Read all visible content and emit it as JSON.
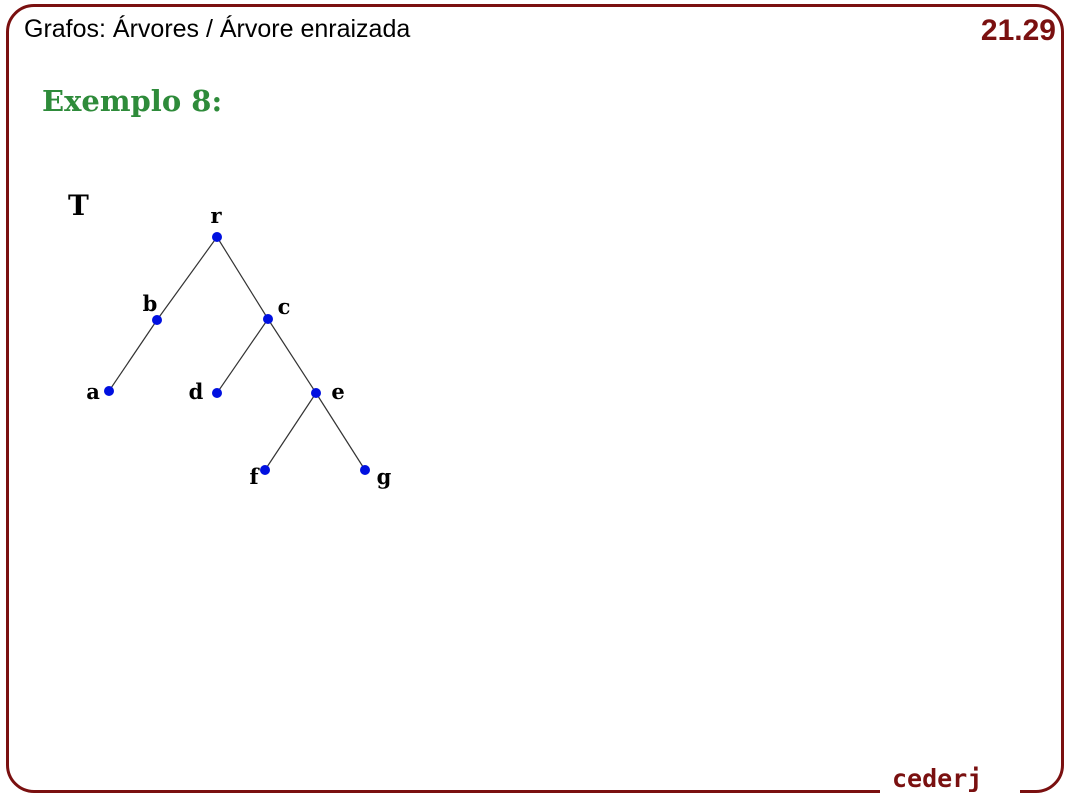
{
  "header": {
    "title": "Grafos: Árvores / Árvore enraizada",
    "page_number": "21.29"
  },
  "slide": {
    "heading": "Exemplo 8:"
  },
  "diagram": {
    "tree_label": "T",
    "node_color": "#0010e0",
    "edge_color": "#333333",
    "nodes": [
      {
        "id": "r",
        "label": "r"
      },
      {
        "id": "b",
        "label": "b"
      },
      {
        "id": "c",
        "label": "c"
      },
      {
        "id": "a",
        "label": "a"
      },
      {
        "id": "d",
        "label": "d"
      },
      {
        "id": "e",
        "label": "e"
      },
      {
        "id": "f",
        "label": "f"
      },
      {
        "id": "g",
        "label": "g"
      }
    ],
    "edges": [
      [
        "r",
        "b"
      ],
      [
        "r",
        "c"
      ],
      [
        "b",
        "a"
      ],
      [
        "c",
        "d"
      ],
      [
        "c",
        "e"
      ],
      [
        "e",
        "f"
      ],
      [
        "e",
        "g"
      ]
    ]
  },
  "footer": {
    "brand": "cederj"
  },
  "colors": {
    "frame": "#7a1010",
    "heading": "#2e8b3a"
  }
}
